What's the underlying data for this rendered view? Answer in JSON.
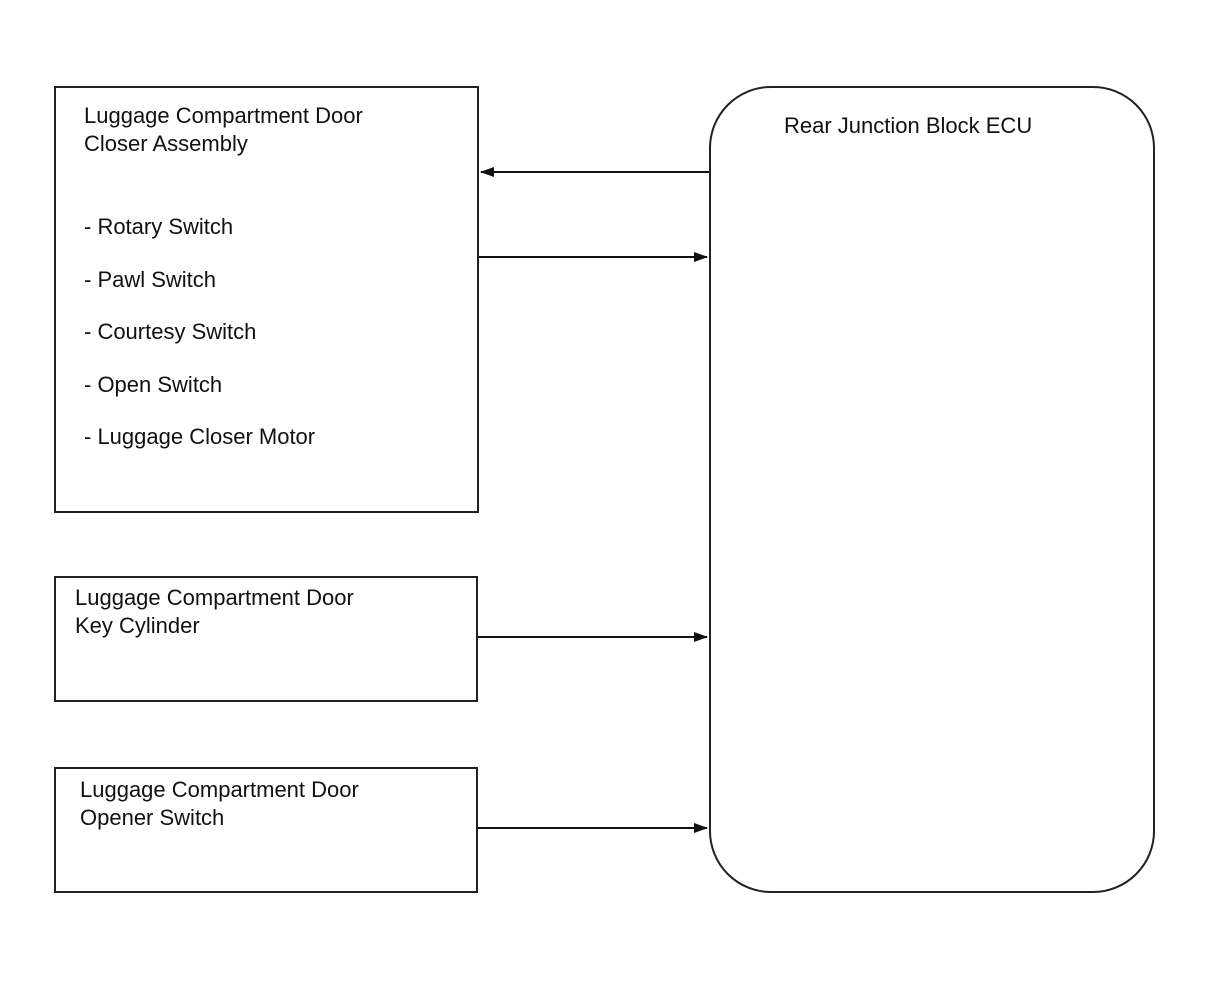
{
  "closer_assembly": {
    "title_line1": "Luggage Compartment Door",
    "title_line2": "Closer Assembly",
    "components": [
      "- Rotary Switch",
      "- Pawl Switch",
      "- Courtesy Switch",
      "- Open Switch",
      "- Luggage Closer Motor"
    ]
  },
  "key_cylinder": {
    "title_line1": "Luggage Compartment Door",
    "title_line2": "Key Cylinder"
  },
  "opener_switch": {
    "title_line1": "Luggage Compartment Door",
    "title_line2": "Opener Switch"
  },
  "ecu": {
    "title": "Rear Junction Block ECU"
  },
  "connections": [
    {
      "from": "ecu",
      "to": "closer_assembly"
    },
    {
      "from": "closer_assembly",
      "to": "ecu"
    },
    {
      "from": "key_cylinder",
      "to": "ecu"
    },
    {
      "from": "opener_switch",
      "to": "ecu"
    }
  ],
  "colors": {
    "line": "#111111",
    "background": "#ffffff"
  }
}
